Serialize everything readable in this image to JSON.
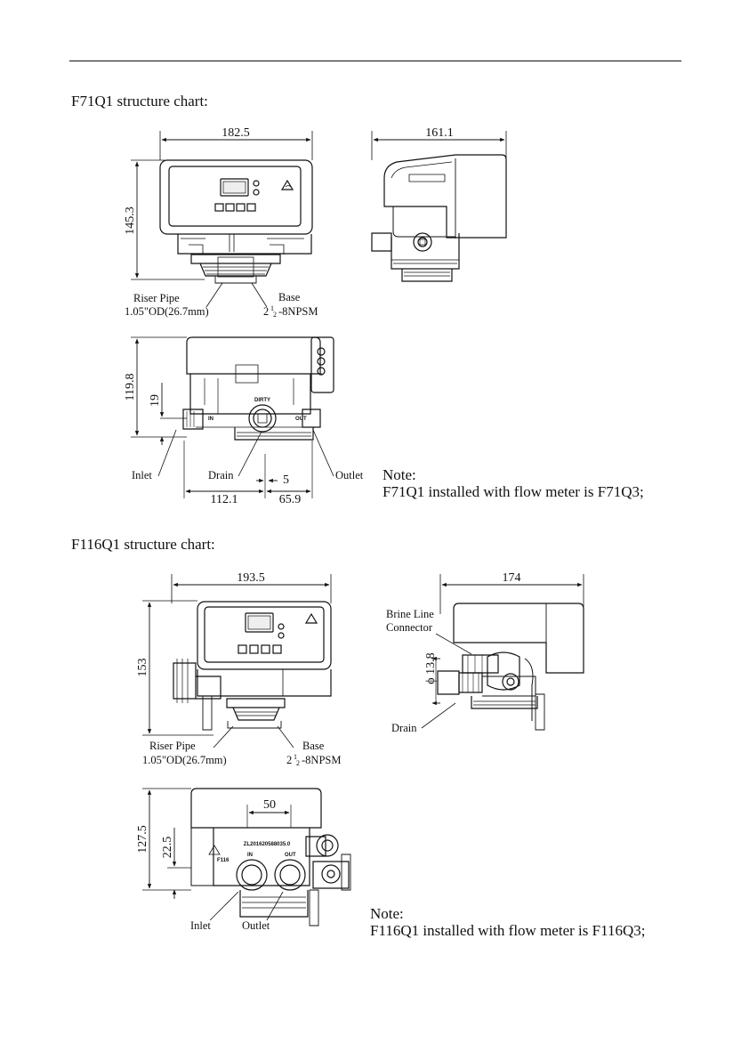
{
  "sections": [
    {
      "heading": "F71Q1 structure chart:",
      "front": {
        "width_dim": "182.5",
        "height_dim": "145.3",
        "riser_label": "Riser Pipe",
        "riser_spec": "1.05\"OD(26.7mm)",
        "base_label": "Base",
        "base_spec_a": "2",
        "base_spec_b": "1",
        "base_spec_c": "2",
        "base_spec_d": "-8NPSM"
      },
      "side": {
        "width_dim": "161.1"
      },
      "bottom": {
        "height_dim": "119.8",
        "offset_dim": "19",
        "inlet_label": "Inlet",
        "drain_label": "Drain",
        "outlet_label": "Outlet",
        "drain_dim": "5",
        "left_dim": "112.1",
        "right_dim": "65.9",
        "port_dirty": "DIRTY",
        "port_in": "IN",
        "port_out": "OUT"
      },
      "note_title": "Note:",
      "note_text": "F71Q1 installed with flow meter is F71Q3;"
    },
    {
      "heading": "F116Q1 structure chart:",
      "front": {
        "width_dim": "193.5",
        "height_dim": "153",
        "riser_label": "Riser Pipe",
        "riser_spec": "1.05\"OD(26.7mm)",
        "base_label": "Base",
        "base_spec_a": "2",
        "base_spec_b": "1",
        "base_spec_c": "2",
        "base_spec_d": "-8NPSM"
      },
      "side": {
        "width_dim": "174",
        "brine_label_1": "Brine Line",
        "brine_label_2": "Connector",
        "phi_dim": "ϕ 13.8",
        "drain_label": "Drain"
      },
      "bottom": {
        "height_dim": "127.5",
        "offset_dim": "22.5",
        "spacing_dim": "50",
        "inlet_label": "Inlet",
        "outlet_label": "Outlet",
        "serial": "ZL201620588035.0",
        "model_tag": "F116",
        "port_in": "IN",
        "port_out": "OUT"
      },
      "note_title": "Note:",
      "note_text": "F116Q1 installed with flow meter is F116Q3;"
    }
  ]
}
